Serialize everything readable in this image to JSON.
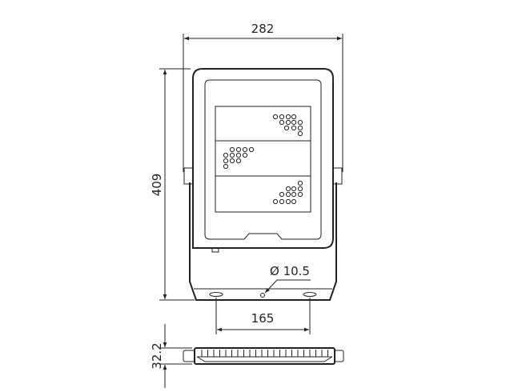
{
  "drawing": {
    "dimensions": {
      "width": "282",
      "height": "409",
      "hole_diameter": "Ø 10.5",
      "mount_spacing": "165",
      "depth": "32.2"
    },
    "led_rows_per_panel": 3
  }
}
